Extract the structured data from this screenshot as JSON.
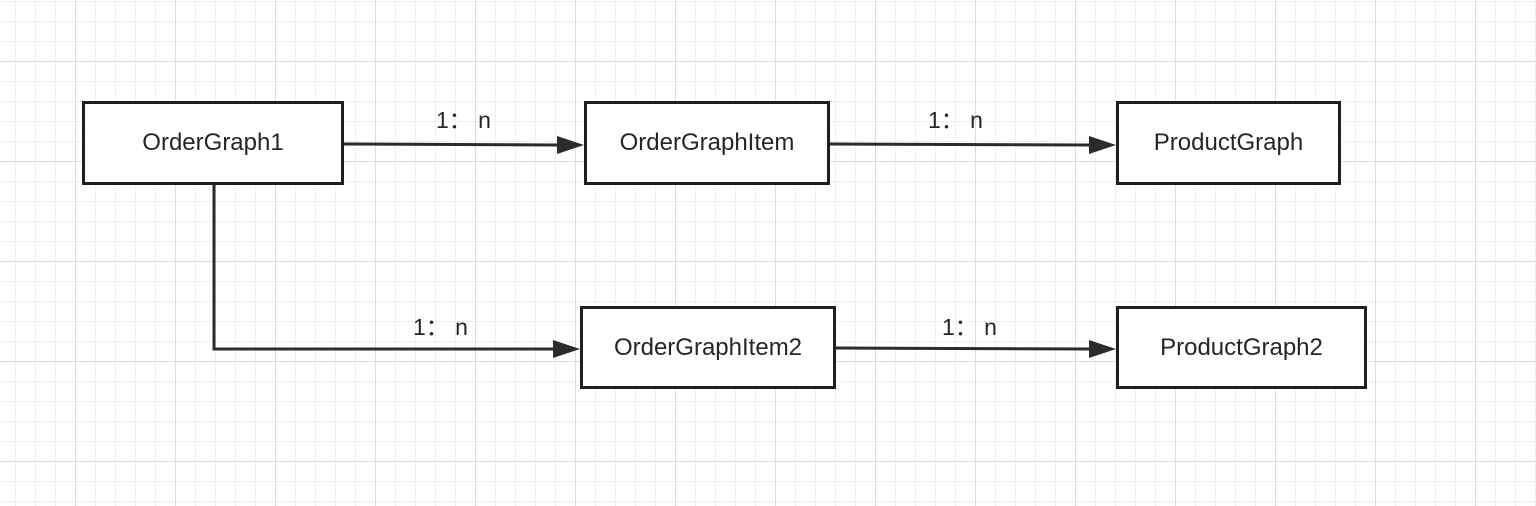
{
  "diagram": {
    "nodes": {
      "order_graph_1": "OrderGraph1",
      "order_graph_item": "OrderGraphItem",
      "product_graph": "ProductGraph",
      "order_graph_item_2": "OrderGraphItem2",
      "product_graph_2": "ProductGraph2"
    },
    "edges": {
      "order1_to_item": "1： n",
      "item_to_product": "1： n",
      "order1_to_item2": "1： n",
      "item2_to_product2": "1： n"
    }
  },
  "colors": {
    "line": "#2b2b2b",
    "node_border": "#1f1f1f",
    "grid": "#dcdcdc"
  }
}
